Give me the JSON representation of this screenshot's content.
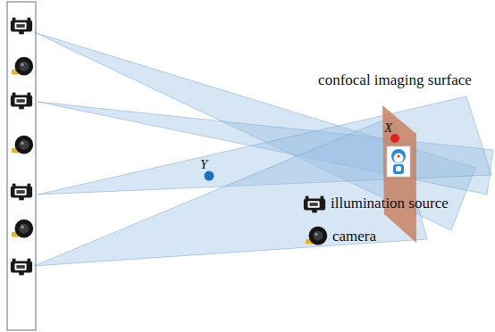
{
  "diagram": {
    "labels": [
      "confocal imaging surface",
      "X",
      "Y"
    ],
    "legend": [
      {
        "text": "illumination source"
      },
      {
        "text": "camera"
      }
    ]
  }
}
